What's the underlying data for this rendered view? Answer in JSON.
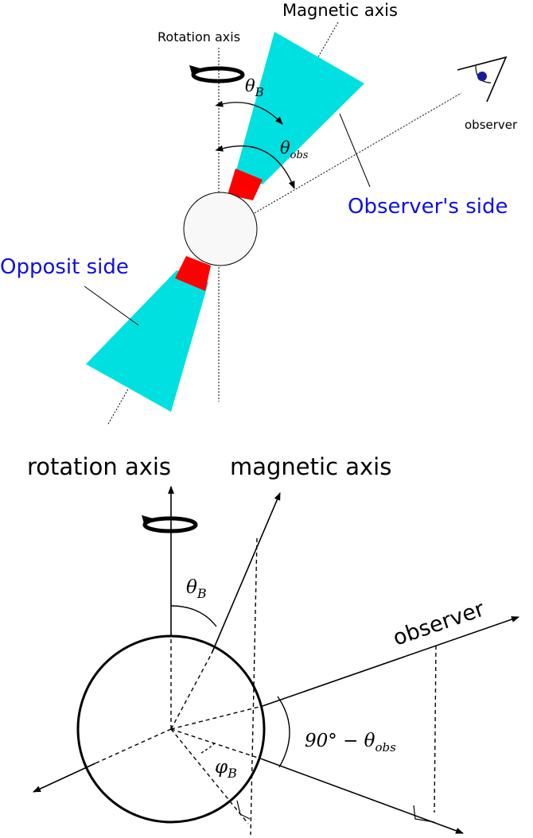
{
  "top": {
    "magnetic_axis": "Magnetic axis",
    "rotation_axis": "Rotation axis",
    "theta_b": "θ",
    "theta_b_sub": "B",
    "theta_obs": "θ",
    "theta_obs_sub": "obs",
    "observer": "observer",
    "observers_side": "Observer's side",
    "opposit_side": "Opposit side"
  },
  "bottom": {
    "rotation_axis": "rotation axis",
    "magnetic_axis": "magnetic axis",
    "observer": "observer",
    "theta_b": "θ",
    "theta_b_sub": "B",
    "phi_b": "φ",
    "phi_b_sub": "B",
    "angle_prefix": "90° − θ",
    "angle_sub": "obs"
  },
  "colors": {
    "cone": "#00e0e0",
    "polar_cap": "#ff0000",
    "label_blue": "#1010e0",
    "ink": "#000000",
    "observer_pupil": "#1a1aa0"
  },
  "icons": [
    "rotation-arrow-icon",
    "eye-icon"
  ]
}
